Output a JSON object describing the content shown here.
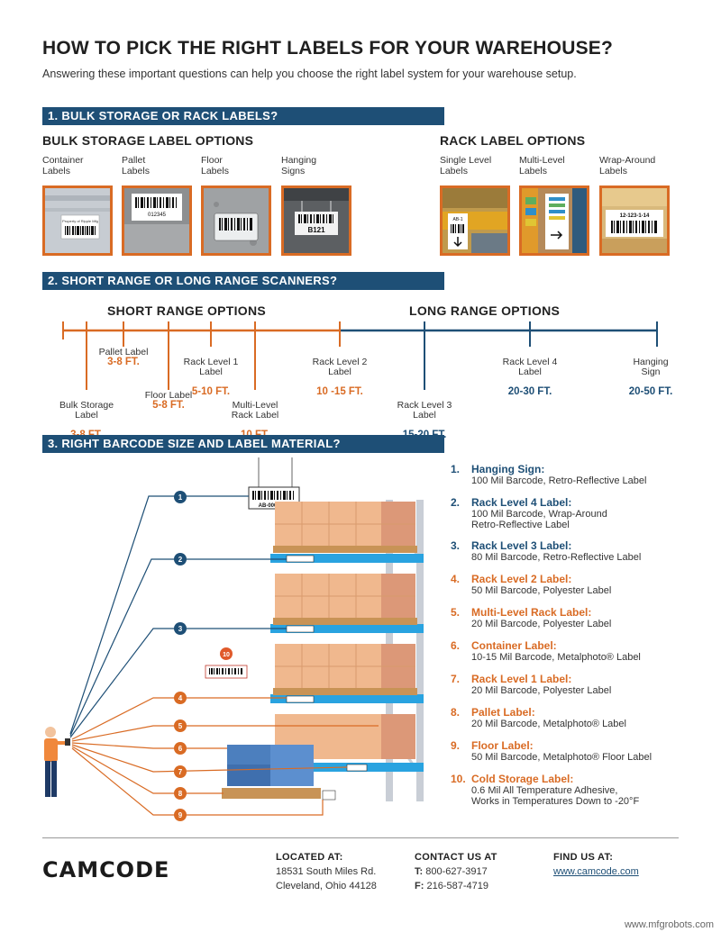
{
  "title": "HOW TO PICK THE RIGHT LABELS FOR YOUR WAREHOUSE?",
  "subtitle": "Answering these important questions can help you choose the right label system for your warehouse setup.",
  "colors": {
    "navy": "#1e4f76",
    "orange": "#d96b24"
  },
  "section1": {
    "banner": "1. BULK STORAGE OR RACK LABELS?",
    "bulk_title": "BULK STORAGE LABEL OPTIONS",
    "rack_title": "RACK LABEL OPTIONS",
    "bulk_options": [
      {
        "line1": "Container",
        "line2": "Labels"
      },
      {
        "line1": "Pallet",
        "line2": "Labels"
      },
      {
        "line1": "Floor",
        "line2": "Labels"
      },
      {
        "line1": "Hanging",
        "line2": "Signs"
      }
    ],
    "rack_options": [
      {
        "line1": "Single Level",
        "line2": "Labels"
      },
      {
        "line1": "Multi-Level",
        "line2": "Labels"
      },
      {
        "line1": "Wrap-Around",
        "line2": "Labels"
      }
    ],
    "thumb_text": {
      "container": "Property of Ripple Mfg",
      "pallet": "012345",
      "floor": "",
      "hanging": "B121",
      "single": "AB-1",
      "multi": "",
      "wrap": "12-123-1-14"
    }
  },
  "section2": {
    "banner": "2. SHORT RANGE OR LONG RANGE SCANNERS?",
    "short_title": "SHORT RANGE OPTIONS",
    "long_title": "LONG RANGE OPTIONS",
    "items": [
      {
        "label": "Bulk Storage\nLabel",
        "value": "3-8 FT."
      },
      {
        "label": "Pallet Label",
        "value": "3-8 FT."
      },
      {
        "label": "Floor Label",
        "value": "5-8 FT."
      },
      {
        "label": "Rack Level 1\nLabel",
        "value": "5-10 FT."
      },
      {
        "label": "Multi-Level\nRack Label",
        "value": "10 FT."
      },
      {
        "label": "Rack Level 2\nLabel",
        "value": "10 -15 FT."
      },
      {
        "label": "Rack Level 3\nLabel",
        "value": "15-20 FT."
      },
      {
        "label": "Rack Level 4\nLabel",
        "value": "20-30 FT."
      },
      {
        "label": "Hanging\nSign",
        "value": "20-50 FT."
      }
    ]
  },
  "section3": {
    "banner": "3. RIGHT BARCODE SIZE AND LABEL MATERIAL?",
    "hanging_sign_text": "AB-0001-AA",
    "cold_label_marker": "10",
    "markers": [
      "1",
      "2",
      "3",
      "4",
      "5",
      "6",
      "7",
      "8",
      "9"
    ],
    "list": [
      {
        "num": "1.",
        "head": "Hanging Sign:",
        "desc": [
          "100 Mil Barcode, Retro-Reflective Label"
        ]
      },
      {
        "num": "2.",
        "head": "Rack Level 4 Label:",
        "desc": [
          "100 Mil Barcode, Wrap-Around",
          "Retro-Reflective Label"
        ]
      },
      {
        "num": "3.",
        "head": "Rack Level 3 Label:",
        "desc": [
          "80 Mil Barcode, Retro-Reflective Label"
        ]
      },
      {
        "num": "4.",
        "head": "Rack Level 2 Label:",
        "desc": [
          "50 Mil Barcode, Polyester Label"
        ]
      },
      {
        "num": "5.",
        "head": "Multi-Level Rack Label:",
        "desc": [
          "20 Mil Barcode, Polyester Label"
        ]
      },
      {
        "num": "6.",
        "head": "Container Label:",
        "desc": [
          "10-15 Mil Barcode, Metalphoto® Label"
        ]
      },
      {
        "num": "7.",
        "head": "Rack Level 1 Label:",
        "desc": [
          "20 Mil Barcode, Polyester Label"
        ]
      },
      {
        "num": "8.",
        "head": "Pallet Label:",
        "desc": [
          "20 Mil Barcode, Metalphoto® Label"
        ]
      },
      {
        "num": "9.",
        "head": "Floor Label:",
        "desc": [
          "50 Mil Barcode, Metalphoto® Floor Label"
        ]
      },
      {
        "num": "10.",
        "head": "Cold Storage Label:",
        "desc": [
          "0.6 Mil All Temperature Adhesive,",
          "Works in Temperatures Down to -20°F"
        ]
      }
    ]
  },
  "footer": {
    "logo": "CAMCODE",
    "located_head": "LOCATED AT:",
    "located_1": "18531 South Miles Rd.",
    "located_2": "Cleveland, Ohio 44128",
    "contact_head": "CONTACT US AT",
    "contact_t_label": "T:",
    "contact_t": "800-627-3917",
    "contact_f_label": "F:",
    "contact_f": "216-587-4719",
    "find_head": "FIND US AT:",
    "find_url": "www.camcode.com"
  },
  "watermark": "www.mfgrobots.com"
}
